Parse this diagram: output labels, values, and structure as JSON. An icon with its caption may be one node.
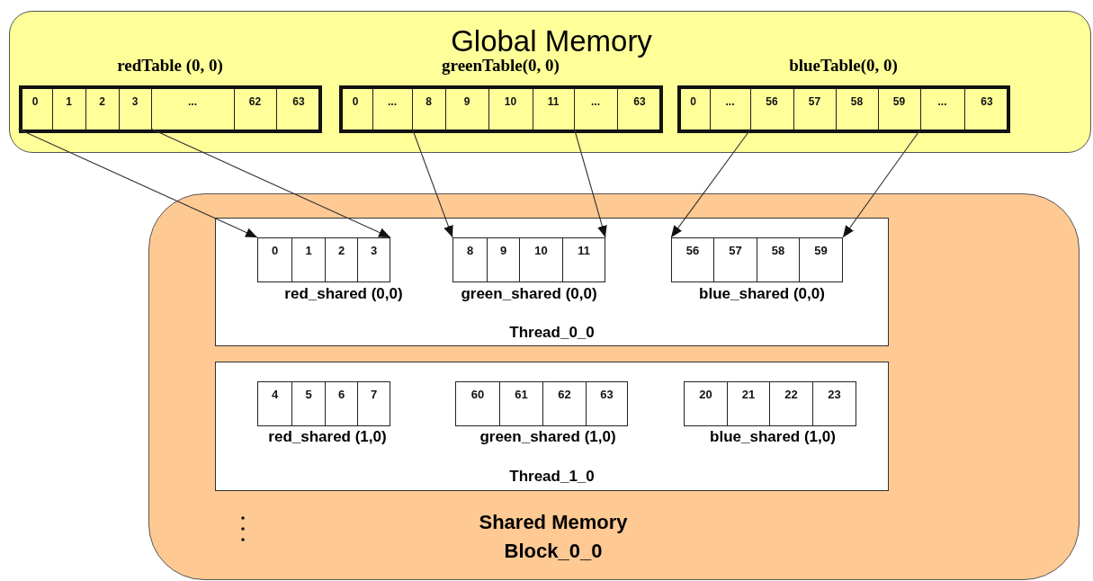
{
  "diagram": {
    "nodes": [
      {
        "text": [
          "Global Memory"
        ]
      },
      {
        "text": [
          "redTable (0, 0)"
        ],
        "in": 0
      },
      {
        "text": [
          "0"
        ],
        "in": 1
      },
      {
        "text": [
          "1"
        ],
        "in": 1
      },
      {
        "text": [
          "2"
        ],
        "in": 1
      },
      {
        "text": [
          "3"
        ],
        "in": 1
      },
      {
        "text": [
          "..."
        ],
        "in": 1
      },
      {
        "text": [
          "62"
        ],
        "in": 1
      },
      {
        "text": [
          "63"
        ],
        "in": 1
      },
      {
        "text": [
          "greenTable(0, 0)"
        ],
        "in": 0
      },
      {
        "text": [
          "0"
        ],
        "in": 9
      },
      {
        "text": [
          "..."
        ],
        "in": 9
      },
      {
        "text": [
          "8"
        ],
        "in": 9
      },
      {
        "text": [
          "9"
        ],
        "in": 9
      },
      {
        "text": [
          "10"
        ],
        "in": 9
      },
      {
        "text": [
          "11"
        ],
        "in": 9
      },
      {
        "text": [
          "..."
        ],
        "in": 9
      },
      {
        "text": [
          "63"
        ],
        "in": 9
      },
      {
        "text": [
          "blueTable(0, 0)"
        ],
        "in": 0
      },
      {
        "text": [
          "0"
        ],
        "in": 18
      },
      {
        "text": [
          "..."
        ],
        "in": 18
      },
      {
        "text": [
          "56"
        ],
        "in": 18
      },
      {
        "text": [
          "57"
        ],
        "in": 18
      },
      {
        "text": [
          "58"
        ],
        "in": 18
      },
      {
        "text": [
          "59"
        ],
        "in": 18
      },
      {
        "text": [
          "..."
        ],
        "in": 18
      },
      {
        "text": [
          "63"
        ],
        "in": 18
      },
      {
        "text": [
          "Shared Memory Block_0_0"
        ]
      },
      {
        "text": [
          "Thread_0_0"
        ],
        "in": 27
      },
      {
        "text": [
          "red_shared (0,0)"
        ],
        "in": 28
      },
      {
        "text": [
          "0"
        ],
        "in": 29
      },
      {
        "text": [
          "1"
        ],
        "in": 29
      },
      {
        "text": [
          "2"
        ],
        "in": 29
      },
      {
        "text": [
          "3"
        ],
        "in": 29
      },
      {
        "text": [
          "green_shared (0,0)"
        ],
        "in": 28
      },
      {
        "text": [
          "8"
        ],
        "in": 34
      },
      {
        "text": [
          "9"
        ],
        "in": 34
      },
      {
        "text": [
          "10"
        ],
        "in": 34
      },
      {
        "text": [
          "11"
        ],
        "in": 34
      },
      {
        "text": [
          "blue_shared (0,0)"
        ],
        "in": 28
      },
      {
        "text": [
          "56"
        ],
        "in": 39
      },
      {
        "text": [
          "57"
        ],
        "in": 39
      },
      {
        "text": [
          "58"
        ],
        "in": 39
      },
      {
        "text": [
          "59"
        ],
        "in": 39
      },
      {
        "text": [
          "Thread_1_0"
        ],
        "in": 27
      },
      {
        "text": [
          "red_shared (1,0)"
        ],
        "in": 44
      },
      {
        "text": [
          "4"
        ],
        "in": 45
      },
      {
        "text": [
          "5"
        ],
        "in": 45
      },
      {
        "text": [
          "6"
        ],
        "in": 45
      },
      {
        "text": [
          "7"
        ],
        "in": 45
      },
      {
        "text": [
          "green_shared (1,0)"
        ],
        "in": 44
      },
      {
        "text": [
          "60"
        ],
        "in": 50
      },
      {
        "text": [
          "61"
        ],
        "in": 50
      },
      {
        "text": [
          "62"
        ],
        "in": 50
      },
      {
        "text": [
          "63"
        ],
        "in": 50
      },
      {
        "text": [
          "blue_shared (1,0)"
        ],
        "in": 44
      },
      {
        "text": [
          "20"
        ],
        "in": 55
      },
      {
        "text": [
          "21"
        ],
        "in": 55
      },
      {
        "text": [
          "22"
        ],
        "in": 55
      },
      {
        "text": [
          "23"
        ],
        "in": 55
      }
    ],
    "edges": [
      {
        "from": 2,
        "to": 30,
        "arrow": "to"
      },
      {
        "from": 5,
        "to": 33,
        "arrow": "to"
      },
      {
        "from": 12,
        "to": 35,
        "arrow": "to"
      },
      {
        "from": 15,
        "to": 38,
        "arrow": "to"
      },
      {
        "from": 21,
        "to": 40,
        "arrow": "to"
      },
      {
        "from": 24,
        "to": 43,
        "arrow": "to"
      }
    ]
  }
}
